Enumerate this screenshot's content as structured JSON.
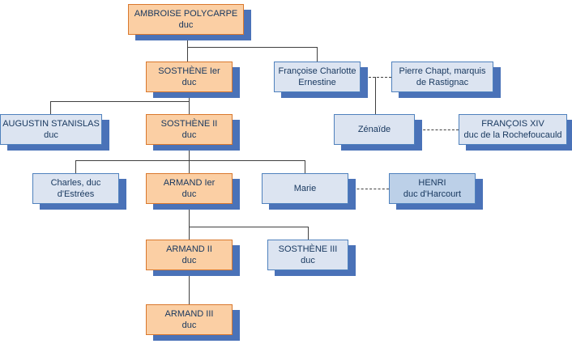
{
  "diagram": {
    "type": "family-tree",
    "nodes": {
      "ambroise": {
        "line1": "AMBROISE POLYCARPE",
        "line2": "duc"
      },
      "sosthene1": {
        "line1": "SOSTHÈNE Ier",
        "line2": "duc"
      },
      "francoise": {
        "line1": "Françoise Charlotte",
        "line2": "Ernestine"
      },
      "pierre": {
        "line1": "Pierre Chapt, marquis",
        "line2": "de Rastignac"
      },
      "augustin": {
        "line1": "AUGUSTIN STANISLAS",
        "line2": "duc"
      },
      "sosthene2": {
        "line1": "SOSTHÈNE II",
        "line2": "duc"
      },
      "zenaide": {
        "line1": "Zénaïde",
        "line2": ""
      },
      "francois14": {
        "line1": "FRANÇOIS XIV",
        "line2": "duc de la Rochefoucauld"
      },
      "charles": {
        "line1": "Charles, duc",
        "line2": "d'Estrées"
      },
      "armand1": {
        "line1": "ARMAND Ier",
        "line2": "duc"
      },
      "marie": {
        "line1": "Marie",
        "line2": ""
      },
      "henri": {
        "line1": "HENRI",
        "line2": "duc d'Harcourt"
      },
      "armand2": {
        "line1": "ARMAND II",
        "line2": "duc"
      },
      "sosthene3": {
        "line1": "SOSTHÈNE III",
        "line2": "duc"
      },
      "armand3": {
        "line1": "ARMAND III",
        "line2": "duc"
      }
    },
    "colors": {
      "node_orange_fill": "#FBCFA4",
      "node_orange_border": "#D9782D",
      "node_blue_fill": "#DCE4F1",
      "node_blue_dark_fill": "#BCD0E8",
      "node_blue_border": "#4F81BD",
      "shadow": "#4A72B8",
      "text": "#17375E",
      "connector": "#404040"
    }
  }
}
